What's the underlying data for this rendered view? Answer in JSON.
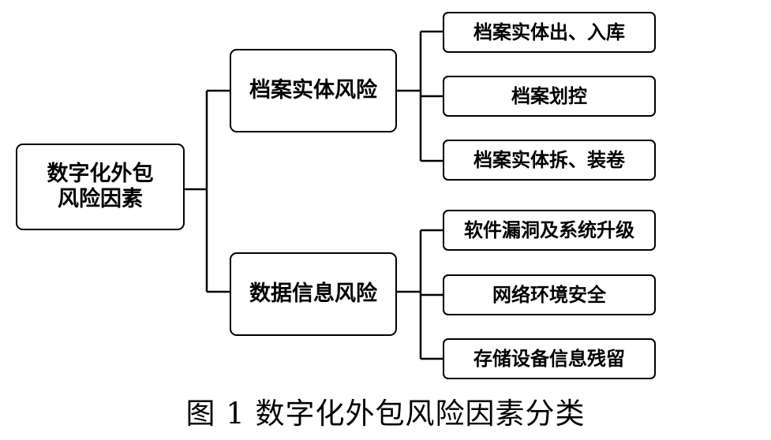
{
  "diagram": {
    "root": {
      "line1": "数字化外包",
      "line2": "风险因素"
    },
    "branches": [
      {
        "label": "档案实体风险",
        "children": [
          "档案实体出、入库",
          "档案划控",
          "档案实体拆、装卷"
        ]
      },
      {
        "label": "数据信息风险",
        "children": [
          "软件漏洞及系统升级",
          "网络环境安全",
          "存储设备信息残留"
        ]
      }
    ]
  },
  "caption": "图 1 数字化外包风险因素分类"
}
